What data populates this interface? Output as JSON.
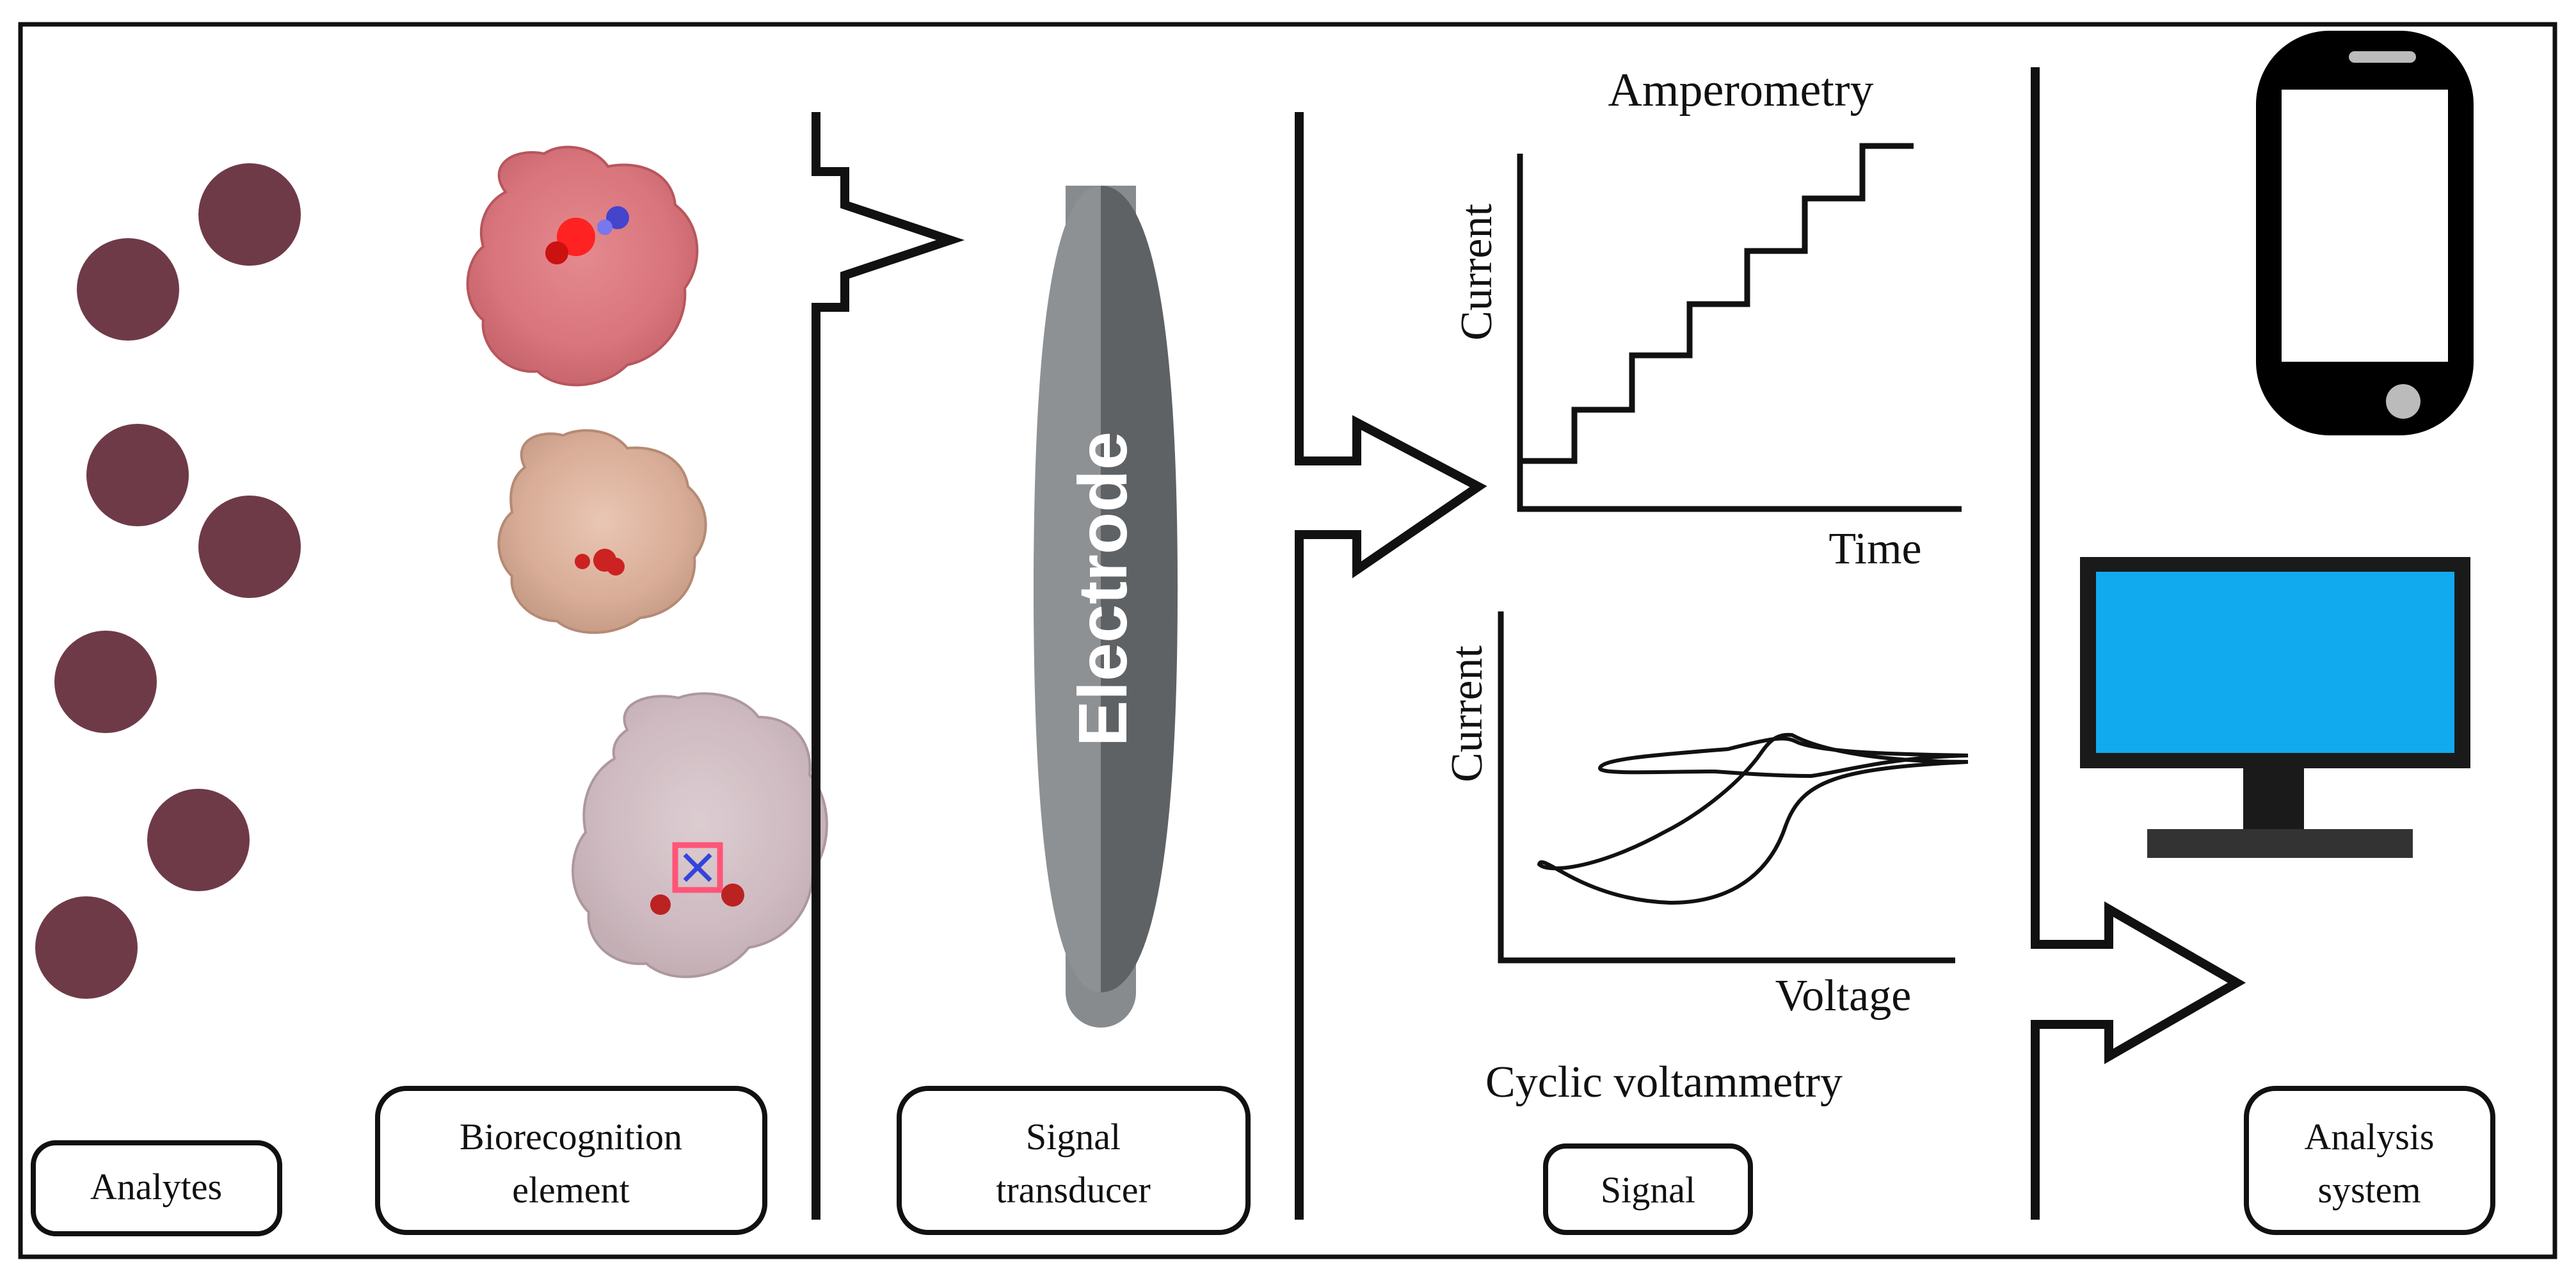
{
  "labels": {
    "analytes": "Analytes",
    "biorecognition_line1": "Biorecognition",
    "biorecognition_line2": "element",
    "transducer_line1": "Signal",
    "transducer_line2": "transducer",
    "signal": "Signal",
    "analysis_line1": "Analysis",
    "analysis_line2": "system",
    "electrode": "Electrode"
  },
  "amperometry": {
    "title": "Amperometry",
    "ylabel": "Current",
    "xlabel": "Time"
  },
  "voltammetry": {
    "title": "Cyclic voltammetry",
    "ylabel": "Current",
    "xlabel": "Voltage"
  },
  "colors": {
    "analyte": "#6e3a48",
    "electrode_face": "#5e6265",
    "electrode_side": "#8a8e91",
    "screen": "#11aaee",
    "outline": "#111111"
  }
}
